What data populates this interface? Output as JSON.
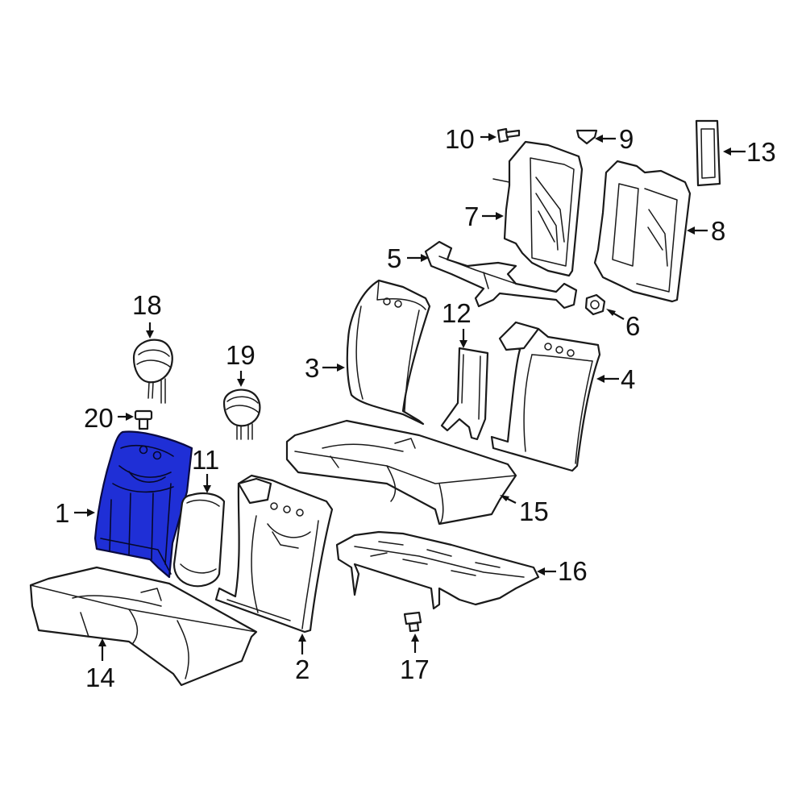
{
  "colors": {
    "highlight": "#1f2fd6",
    "line": "#1a1a1a",
    "background": "#ffffff"
  },
  "callouts": {
    "c1": "1",
    "c2": "2",
    "c3": "3",
    "c4": "4",
    "c5": "5",
    "c6": "6",
    "c7": "7",
    "c8": "8",
    "c9": "9",
    "c10": "10",
    "c11": "11",
    "c12": "12",
    "c13": "13",
    "c14": "14",
    "c15": "15",
    "c16": "16",
    "c17": "17",
    "c18": "18",
    "c19": "19",
    "c20": "20"
  },
  "highlighted_part": "1"
}
